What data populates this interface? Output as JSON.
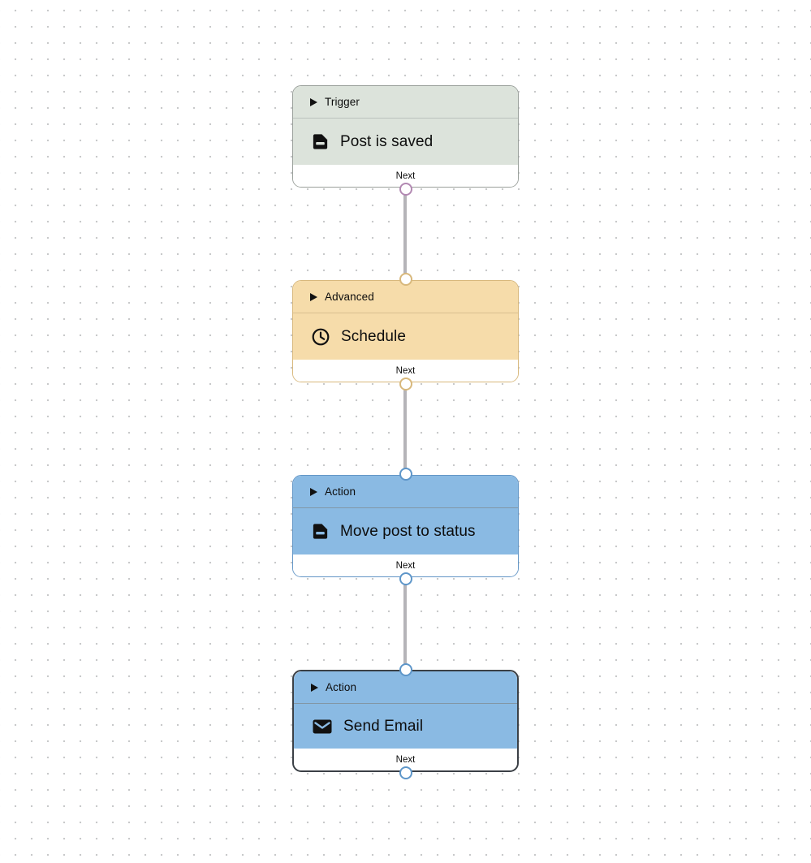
{
  "canvas": {
    "dot_color": "#c8c9ca",
    "connection_color": "#b5b4b8",
    "port_fill": "#ffffff"
  },
  "nodes": [
    {
      "category": "Trigger",
      "title": "Post is saved",
      "icon": "document-icon",
      "next_label": "Next",
      "selected": false,
      "colors": {
        "fill": "#dce3db",
        "border": "#9aa09b",
        "divider": "#bcc2bd",
        "port_ring": "#b289b2"
      }
    },
    {
      "category": "Advanced",
      "title": "Schedule",
      "icon": "clock-icon",
      "next_label": "Next",
      "selected": false,
      "colors": {
        "fill": "#f6dcaa",
        "border": "#d8b87c",
        "divider": "#d9c08f",
        "port_ring": "#d8b87c"
      }
    },
    {
      "category": "Action",
      "title": "Move post to status",
      "icon": "document-icon",
      "next_label": "Next",
      "selected": false,
      "colors": {
        "fill": "#8abae3",
        "border": "#6396c6",
        "divider": "#8297a6",
        "port_ring": "#5e96c9"
      }
    },
    {
      "category": "Action",
      "title": "Send Email",
      "icon": "mail-icon",
      "next_label": "Next",
      "selected": true,
      "colors": {
        "fill": "#8abae3",
        "border": "#3b4046",
        "divider": "#8297a6",
        "port_ring": "#5e96c9"
      }
    }
  ]
}
